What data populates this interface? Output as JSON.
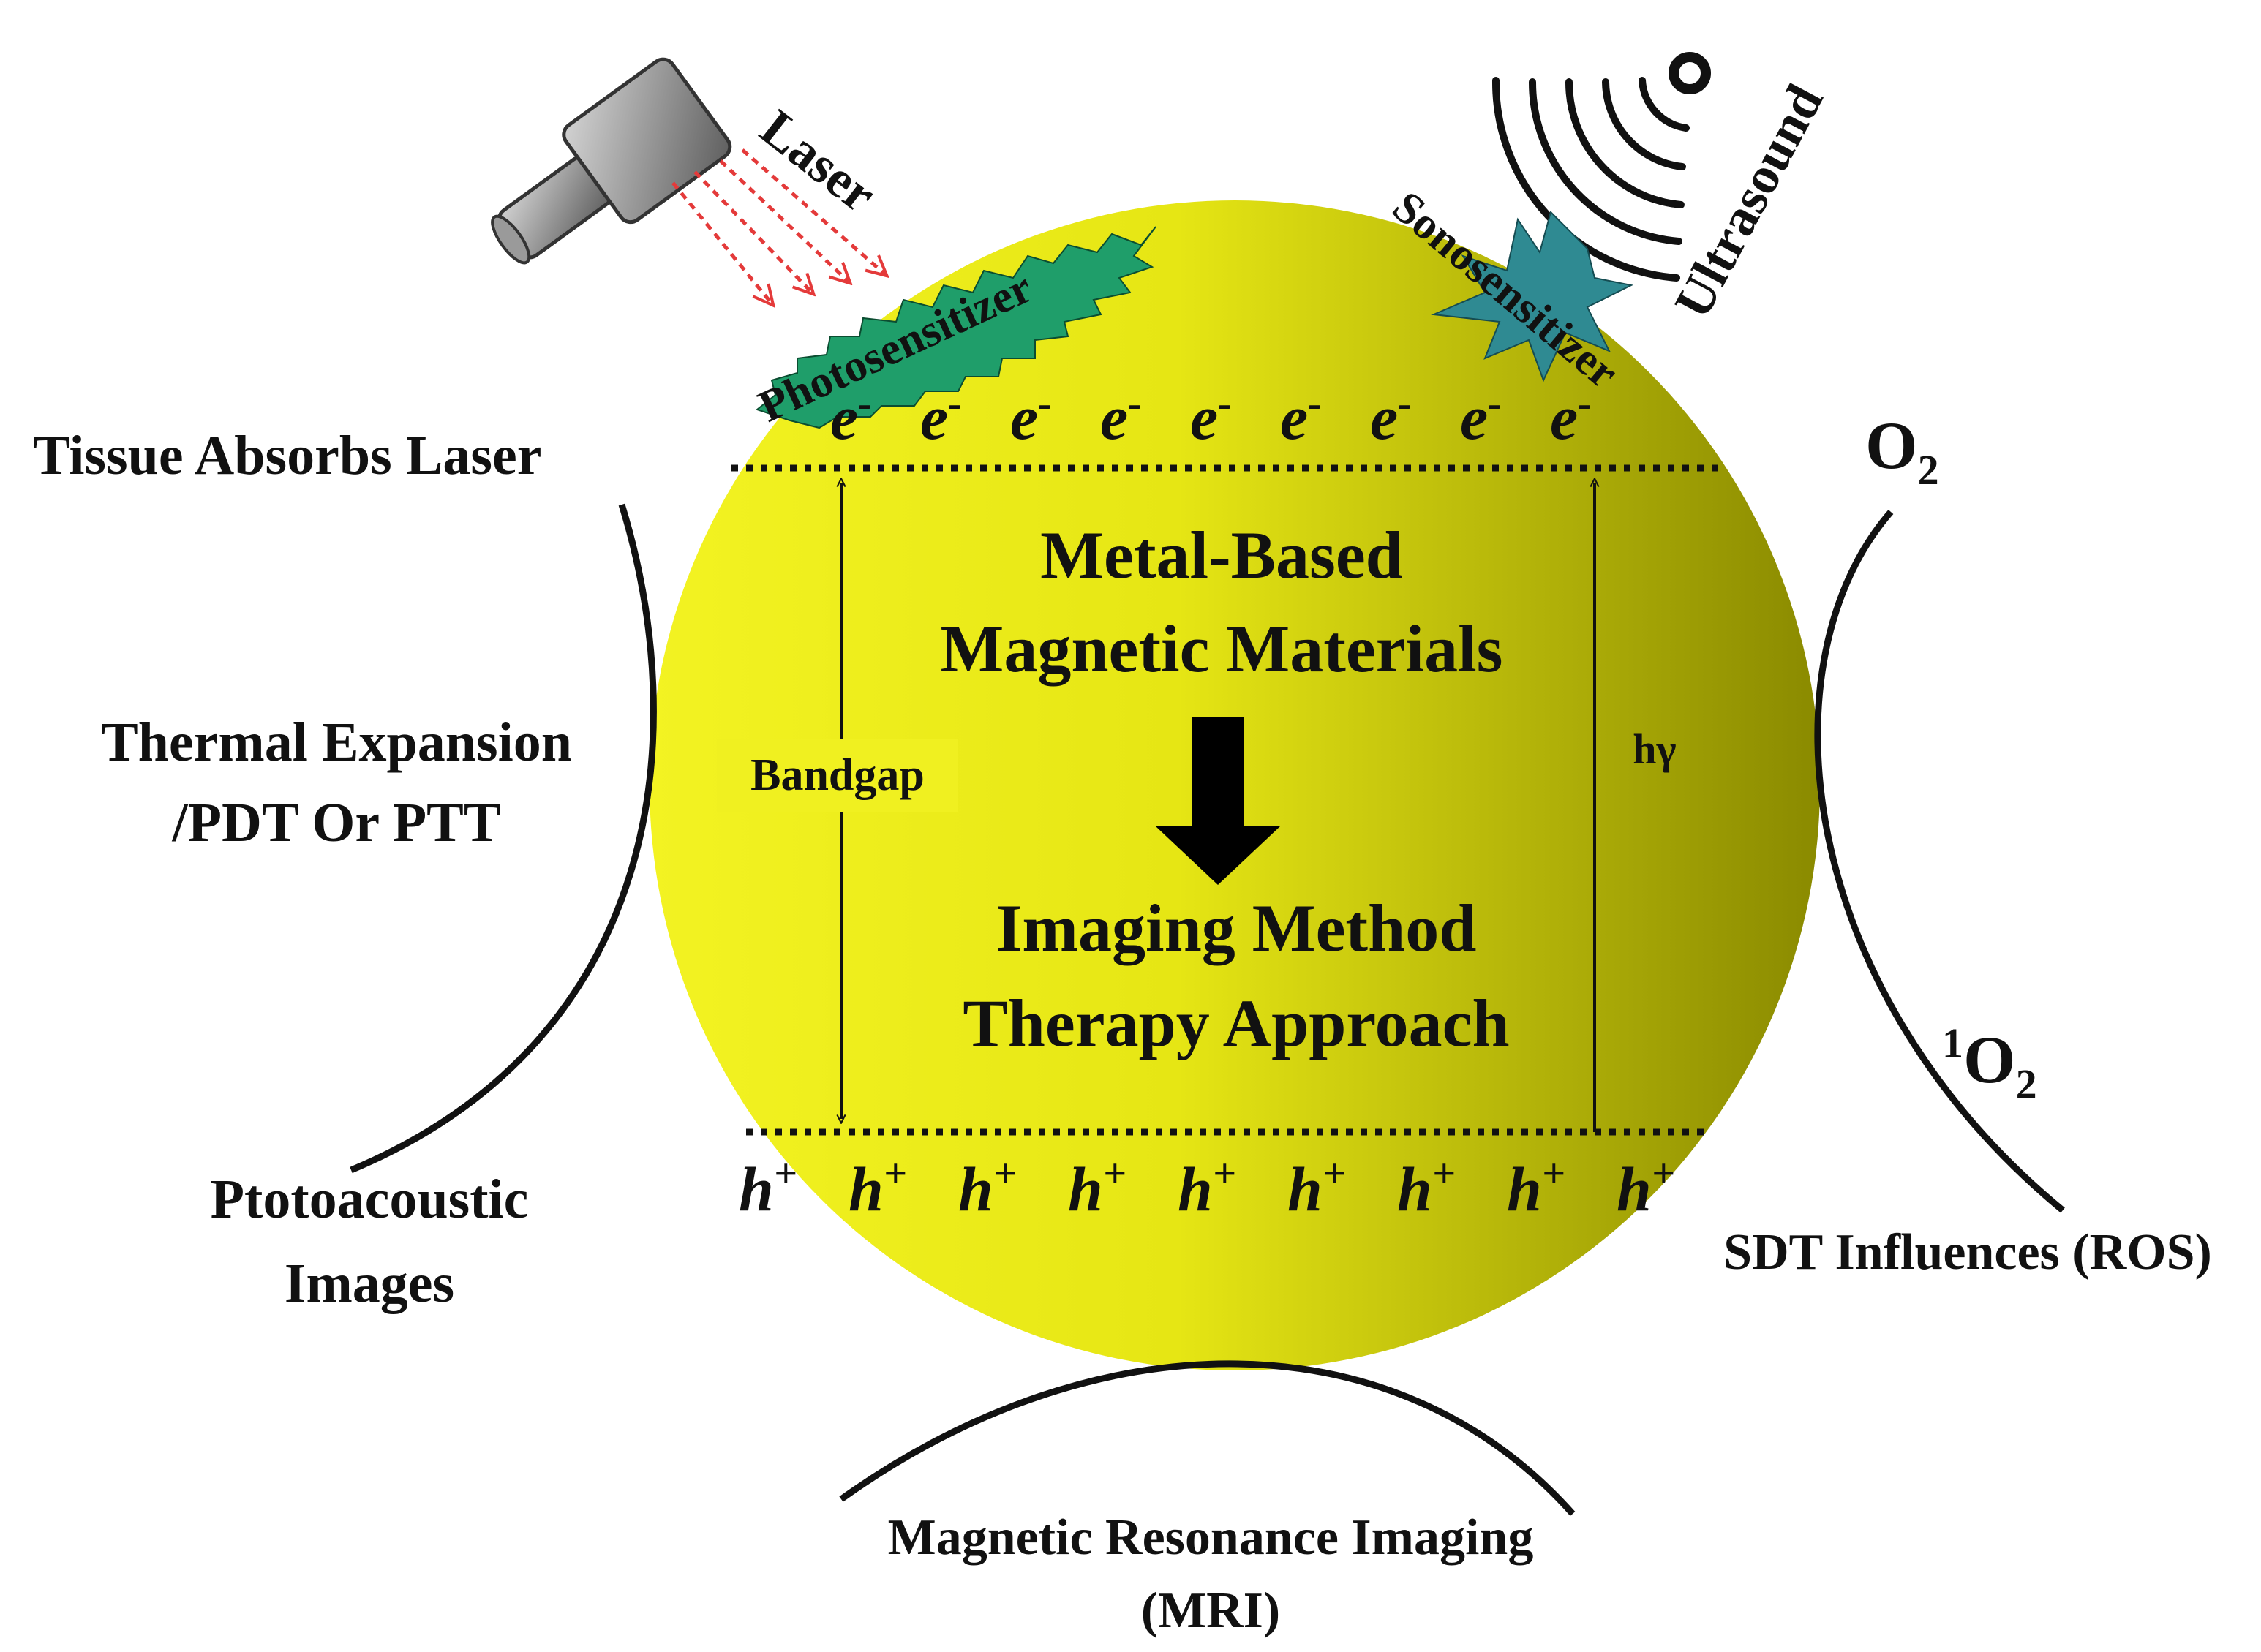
{
  "colors": {
    "sphere_light": "#f3f322",
    "sphere_dark": "#8a8a00",
    "photosensitizer": "#1f9e6a",
    "sonosensitizer": "#2f8a92",
    "laser_beam": "#e43a3a",
    "device": "#8a8a8a",
    "text": "#111111"
  },
  "labels": {
    "laser": "Laser",
    "ultrasound": "Ultrasound",
    "photosensitizer": "Photosensitizer",
    "sonosensitizer": "Sonosensitizer",
    "tissue_absorbs_laser": "Tissue Absorbs Laser",
    "thermal_line1": "Thermal Expansion",
    "thermal_line2": "/PDT Or PTT",
    "photoacoustic_line1": "Ptotoacoustic",
    "photoacoustic_line2": "Images",
    "mri_line1": "Magnetic Resonance Imaging",
    "mri_line2": "(MRI)",
    "sdt": "SDT Influences (ROS)",
    "o2_base": "O",
    "o2_sub": "2",
    "singlet_sup": "1",
    "singlet_base": "O",
    "singlet_sub": "2",
    "bandgap": "Bandgap",
    "hgamma": "hγ",
    "center_line1": "Metal-Based",
    "center_line2": "Magnetic Materials",
    "center_line3": "Imaging Method",
    "center_line4": "Therapy Approach"
  },
  "electrons": {
    "symbol": "e",
    "charge": "-",
    "count": 9
  },
  "holes": {
    "symbol": "h",
    "charge": "+",
    "count": 9
  }
}
